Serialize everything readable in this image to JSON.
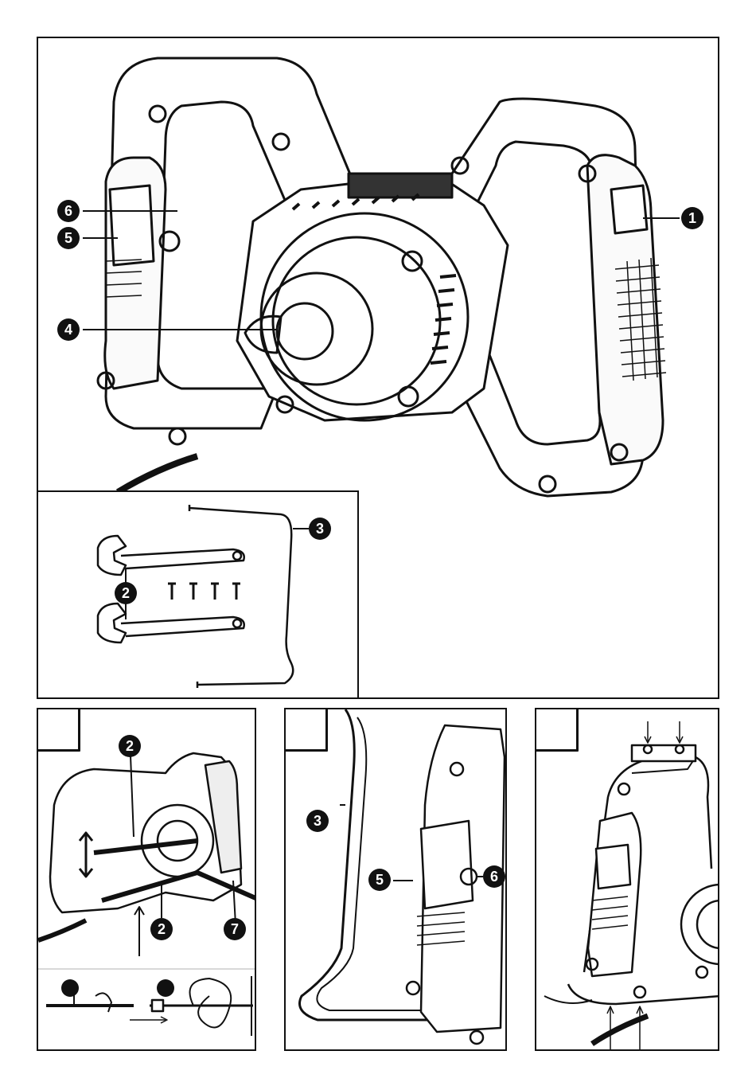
{
  "main_panel": {
    "callouts": {
      "c1": "1",
      "c4": "4",
      "c5": "5",
      "c6": "6"
    }
  },
  "accessories_panel": {
    "callouts": {
      "c2": "2",
      "c3": "3"
    }
  },
  "step_panels": [
    {
      "tab_label": "",
      "callouts": {
        "a": "2",
        "b": "2",
        "c": "7"
      },
      "sub_steps": [
        "",
        ""
      ]
    },
    {
      "tab_label": "",
      "callouts": {
        "a": "3",
        "b": "5",
        "c": "6"
      }
    },
    {
      "tab_label": "",
      "callouts": {}
    }
  ],
  "colors": {
    "ink": "#111111",
    "paper": "#ffffff",
    "grey": "#cccccc"
  }
}
